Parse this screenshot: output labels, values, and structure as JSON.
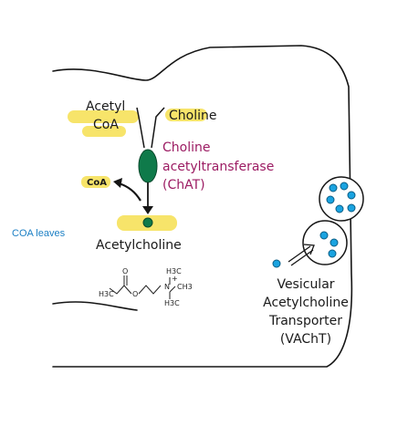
{
  "note": {
    "text": "COA leaves"
  },
  "labels": {
    "acetyl": "Acetyl",
    "coa_word": "CoA",
    "choline": "Choline",
    "coa_leaving": "CoA",
    "acetylcholine": "Acetylcholine"
  },
  "enzyme": {
    "line1": "Choline",
    "line2": "acetyltransferase",
    "line3": "(ChAT)"
  },
  "transporter": {
    "line1": "Vesicular",
    "line2": "Acetylcholine",
    "line3": "Transporter",
    "line4": "(VAChT)"
  },
  "structure": {
    "methyl_left": "H3C",
    "oxygen_carbonyl": "O",
    "oxygen_ester": "O",
    "nitrogen": "N",
    "charge": "+",
    "methyl_top": "H3C",
    "methyl_right": "CH3",
    "methyl_bottom": "H3C"
  },
  "colors": {
    "highlight": "#f7e46a",
    "enzyme": "#0f7a4a",
    "enzyme_label": "#9c1c63",
    "vesicle_dot": "#1aa3e0",
    "note": "#1b7fc4"
  }
}
